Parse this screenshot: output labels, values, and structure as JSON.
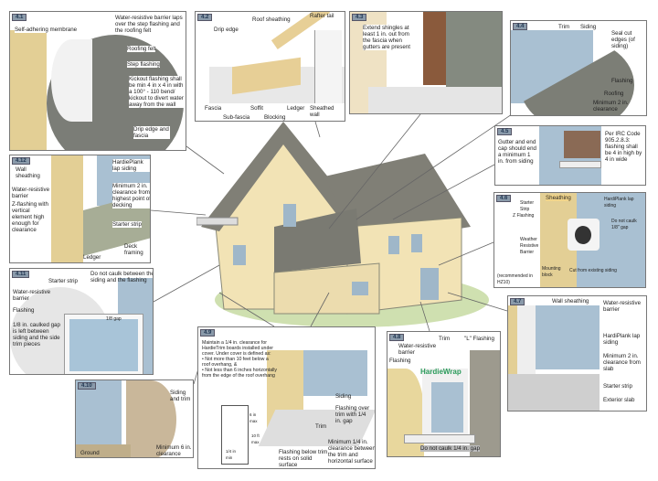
{
  "panels": {
    "p41": {
      "tag": "4.1",
      "labels": [
        "Self-adhering membrane",
        "Water-resistive barrier laps over the step flashing and the roofing felt",
        "Roofing felt",
        "Step flashing",
        "Kickout flashing shall be min 4 in x 4 in with a 100° - 110 bend/ kickout to divert water away from the wall",
        "Drip edge and fascia"
      ]
    },
    "p42": {
      "tag": "4.2",
      "labels": [
        "Drip edge",
        "Roof sheathing",
        "Rafter tail",
        "Fascia",
        "Sub-fascia",
        "Soffit",
        "Blocking",
        "Ledger",
        "Sheathed wall"
      ]
    },
    "p43": {
      "tag": "4.3",
      "labels": [
        "Extend shingles at least 1 in. out from the fascia when gutters are present"
      ]
    },
    "p44": {
      "tag": "4.4",
      "labels": [
        "Trim",
        "Siding",
        "Seal cut edges (of siding)",
        "Flashing",
        "Roofing",
        "Minimum 2 in. clearance"
      ]
    },
    "p45": {
      "tag": "4.5",
      "labels": [
        "Gutter and end cap should end a minimum 1 in. from siding",
        "Per IRC Code 905.2.8.3: flashing shall be 4 in high by 4 in wide"
      ]
    },
    "p46": {
      "tag": "4.6",
      "labels": [
        "Sheathing",
        "Starter Strip",
        "Z Flashing",
        "Weather Resistive Barrier",
        "HardiPlank lap siding",
        "Do not caulk 1/8\" gap",
        "Mounting block",
        "Cut from existing siding",
        "(recommended in HZ10)"
      ]
    },
    "p47": {
      "tag": "4.7",
      "labels": [
        "Wall sheathing",
        "Water-resistive barrier",
        "HardiPlank lap siding",
        "Minimum 2 in. clearance from slab",
        "Starter strip",
        "Exterior slab"
      ]
    },
    "p48": {
      "tag": "4.8",
      "labels": [
        "Trim",
        "\"L\" Flashing",
        "Water-resistive barrier",
        "Flashing",
        "Do not caulk 1/4 in. gap"
      ],
      "logo": "HardieWrap"
    },
    "p49": {
      "tag": "4.9",
      "labels": [
        "Maintain a 1/4 in. clearance for HardieTrim boards installed under cover. Under cover is defined as:\n• Not more than 10 feet below a roof overhang, &\n• Not less than 6 inches horizontally from the edge of the roof overhang",
        "Siding",
        "Flashing over trim with 1/4 in. gap",
        "Trim",
        "Minimum 1/4 in. clearance between the trim and horizontal surface",
        "Flashing below trim rests on solid surface",
        "6 in max",
        "10 ft max",
        "1/4 in min"
      ]
    },
    "p410": {
      "tag": "4.10",
      "labels": [
        "Siding and trim",
        "Minimum 6 in. clearance",
        "Ground"
      ]
    },
    "p411": {
      "tag": "4.11",
      "labels": [
        "Starter strip",
        "Do not caulk between the siding and the flashing",
        "Water-resistive barrier",
        "Flashing",
        "1/8 in. caulked gap is left between siding and the side trim pieces",
        "1/8 gap"
      ]
    },
    "p412": {
      "tag": "4.12",
      "labels": [
        "Wall sheathing",
        "Water-resistive barrier",
        "Z-flashing with vertical element high enough for clearance",
        "Ledger",
        "HardiePlank lap siding",
        "Minimum 2 in. clearance from highest point of decking",
        "Starter strip",
        "Deck framing"
      ]
    }
  },
  "colors": {
    "siding": "#a9c0d2",
    "sheathing": "#e6d29a",
    "roof": "#7d7f78",
    "wall": "#f2e3b5",
    "tag": "#8a9aaa"
  }
}
